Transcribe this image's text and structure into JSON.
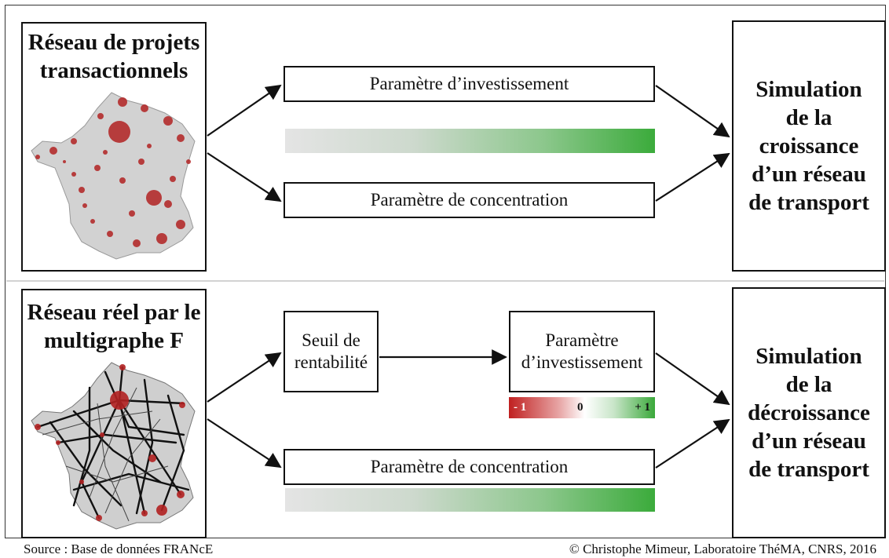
{
  "top": {
    "title": "Réseau de projets\ntransactionnels",
    "param_investment": "Paramètre d’investissement",
    "param_concentration": "Paramètre de concentration",
    "simulation": "Simulation\nde la\ncroissance\nd’un réseau\nde transport"
  },
  "bottom": {
    "title": "Réseau réel par le\nmultigraphe F",
    "threshold": "Seuil de\nrentabilité",
    "param_investment": "Paramètre\nd’investissement",
    "scale_min": "- 1",
    "scale_mid": "0",
    "scale_max": "+ 1",
    "param_concentration": "Paramètre de concentration",
    "simulation": "Simulation\nde la\ndécroissance\nd’un réseau\nde transport"
  },
  "colors": {
    "gradient_green": "#3bab3b",
    "gradient_red": "#c02020",
    "map_nodes": "#b22222"
  },
  "footer": {
    "source": "Source : Base de données FRANcE",
    "credit": "© Christophe Mimeur, Laboratoire ThéMA, CNRS, 2016"
  }
}
